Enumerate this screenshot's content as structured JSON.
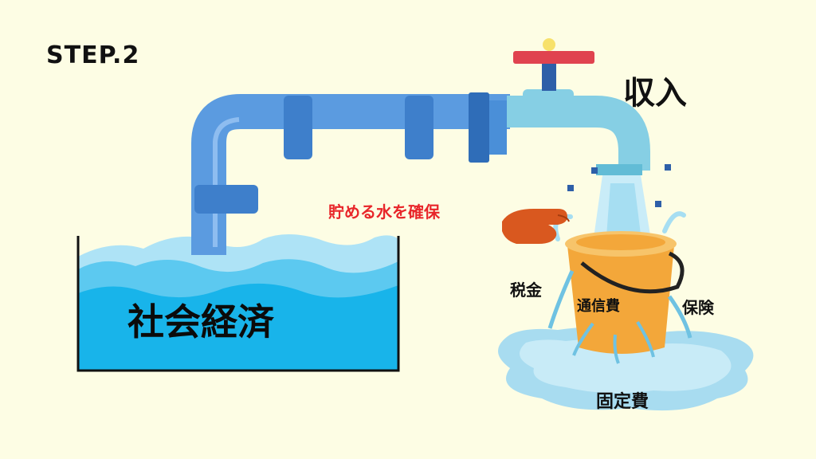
{
  "step": "STEP.2",
  "income_label": "収入",
  "secure_water_label": "貯める水を確保",
  "economy_label": "社会経済",
  "leak_labels": {
    "tax": "税金",
    "communication": "通信費",
    "insurance": "保険",
    "fixed_cost": "固定費"
  },
  "colors": {
    "background": "#fdfde4",
    "pipe": "#5b9be0",
    "pipe_joint": "#3e7fcb",
    "faucet": "#86cfe4",
    "valve": "#e0434f",
    "water": "#18b4ea",
    "bucket": "#f3a73a",
    "hand": "#d9581f",
    "accent_text": "#e8262a"
  }
}
